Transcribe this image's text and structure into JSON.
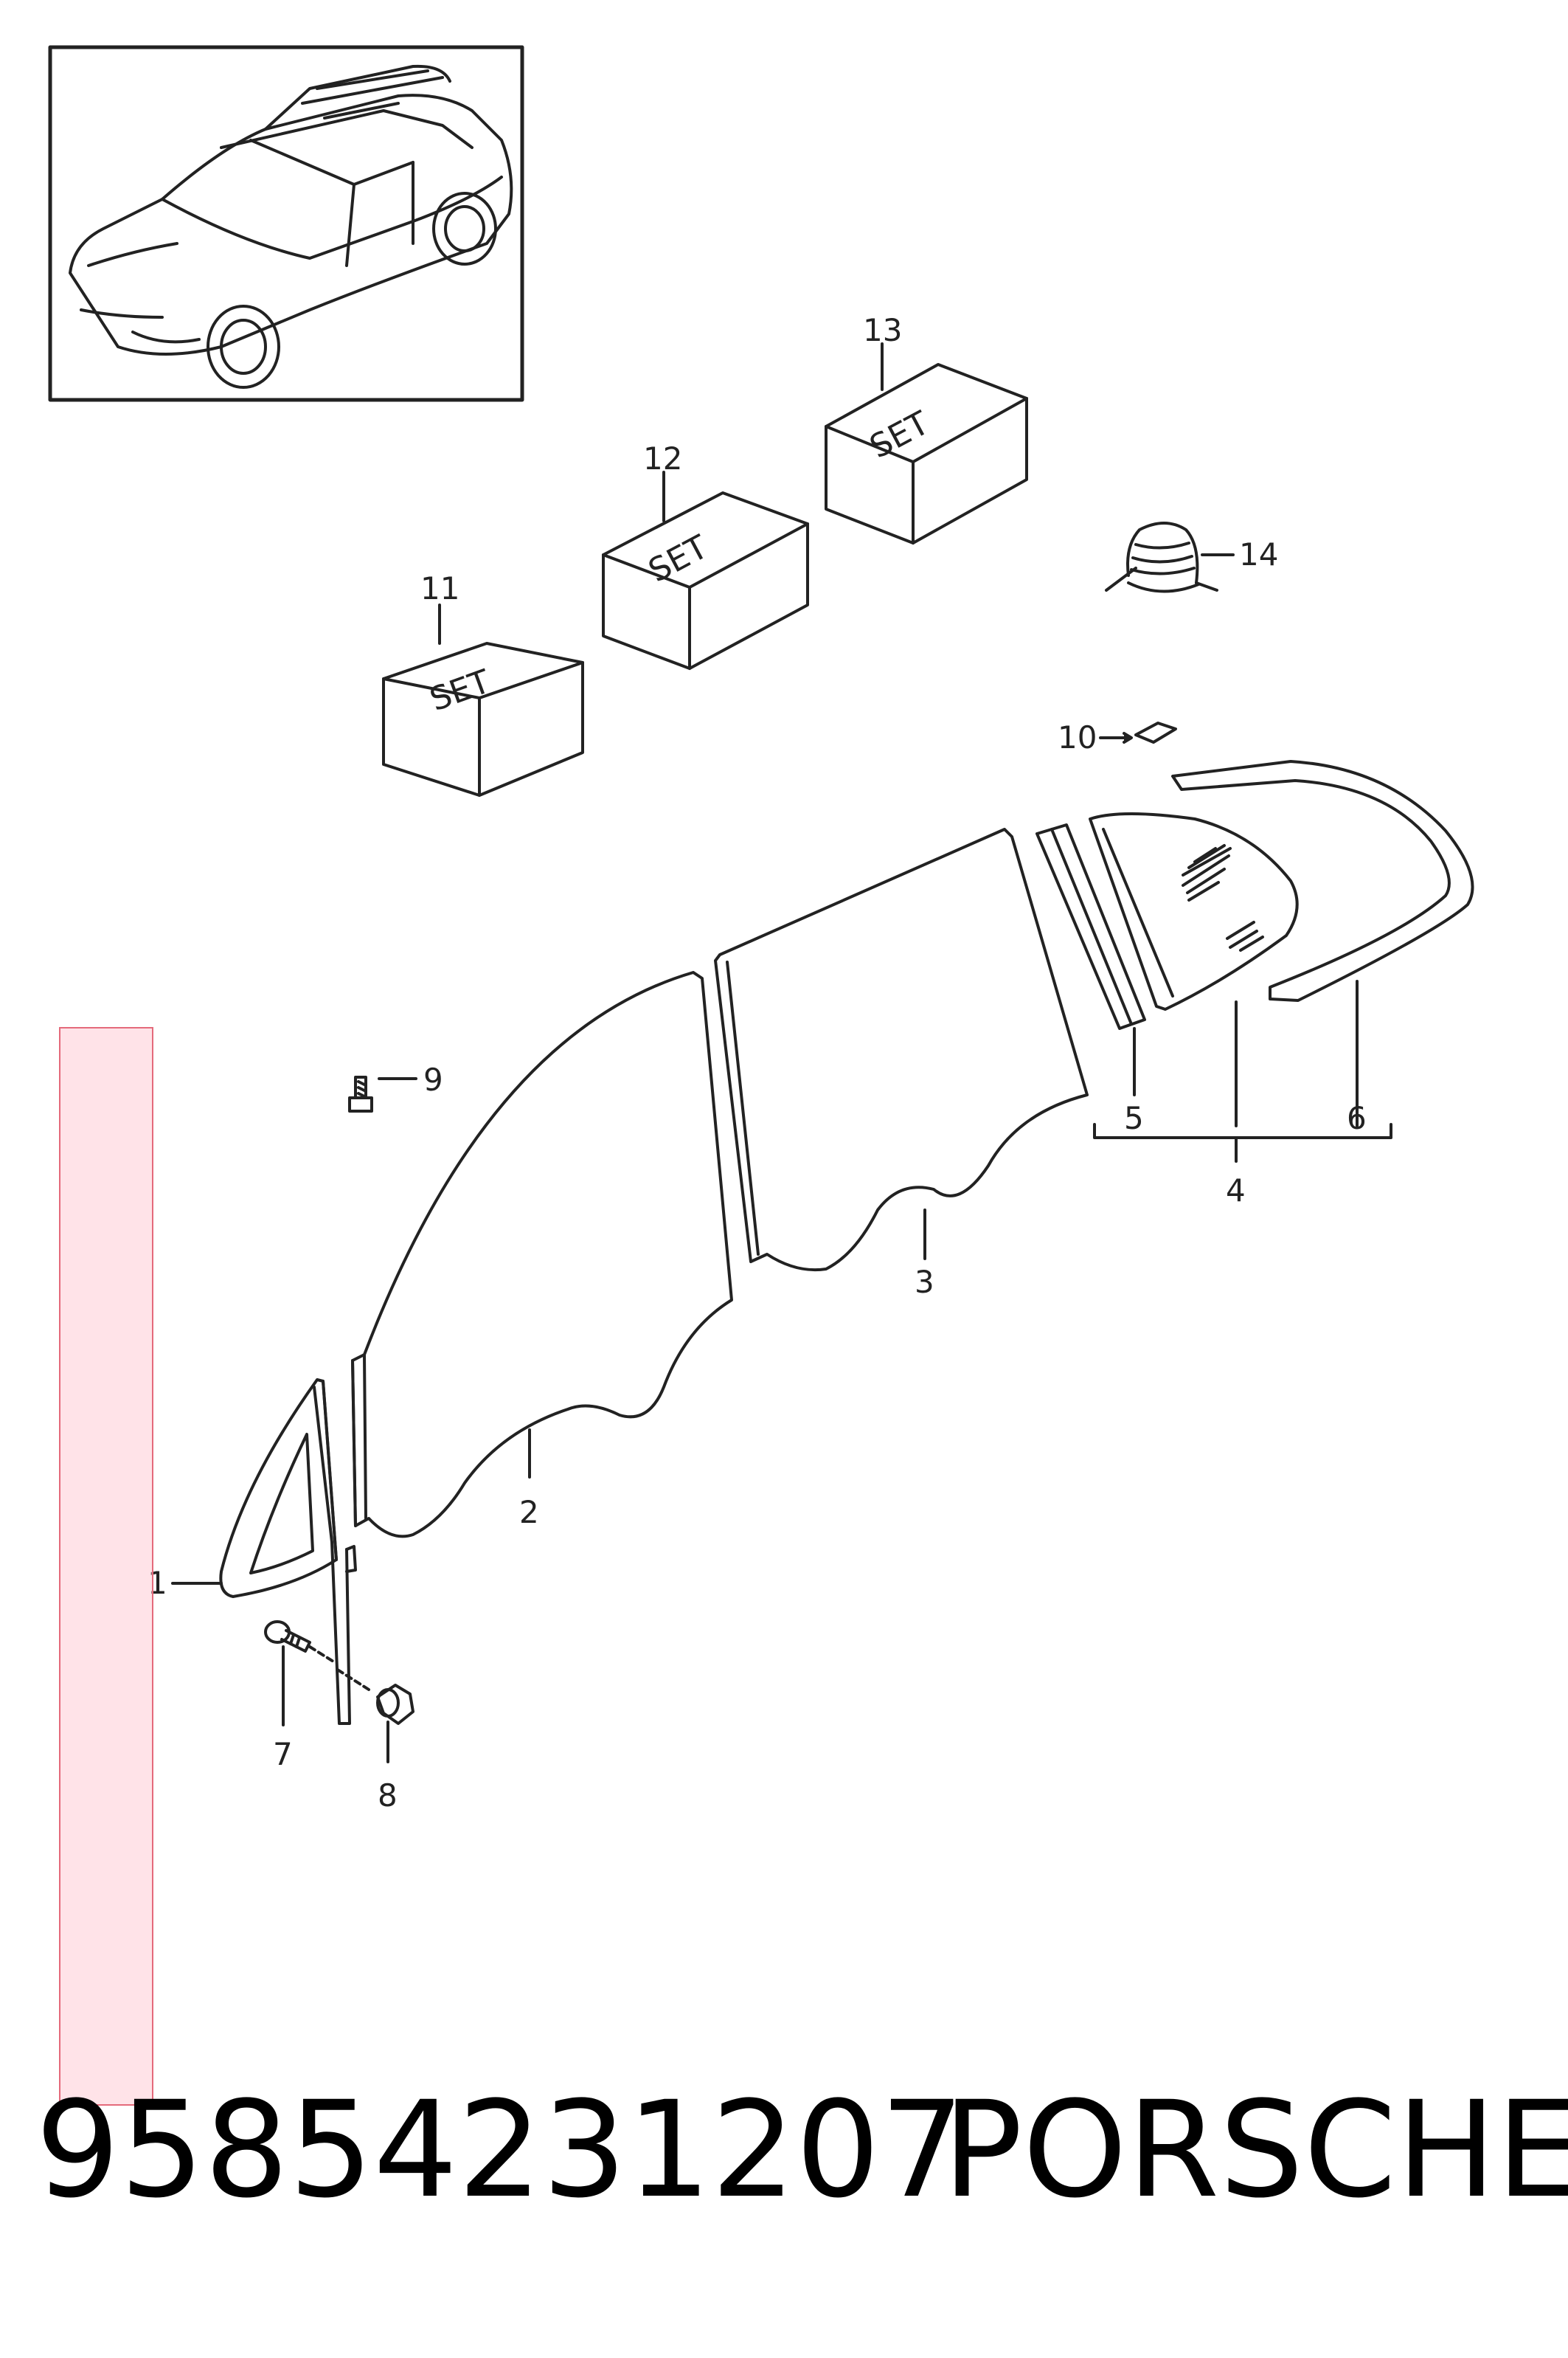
{
  "callouts": {
    "c1": "1",
    "c2": "2",
    "c3": "3",
    "c4": "4",
    "c5": "5",
    "c6": "6",
    "c7": "7",
    "c8": "8",
    "c9": "9",
    "c10": "10",
    "c11": "11",
    "c12": "12",
    "c13": "13",
    "c14": "14"
  },
  "set_label": "SET",
  "caption": {
    "part_number": "95854231207",
    "brand": "PORSCHE"
  },
  "colors": {
    "line": "#222222",
    "highlight": "#ffc0cb"
  }
}
